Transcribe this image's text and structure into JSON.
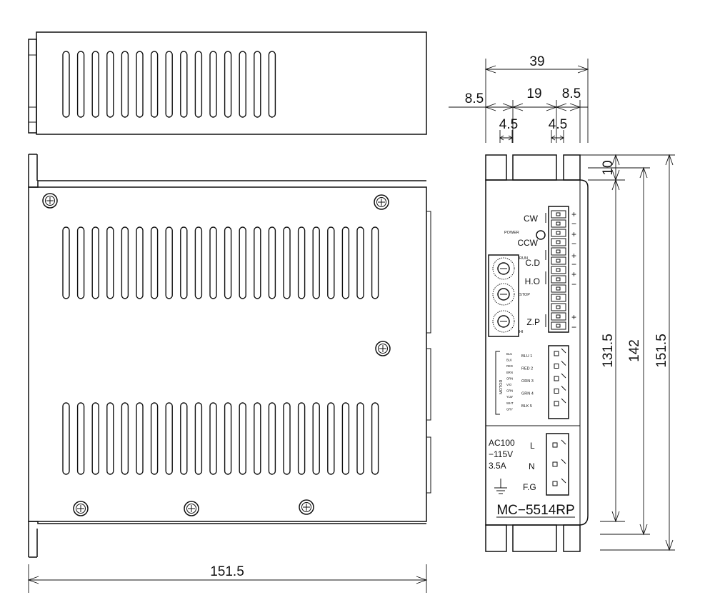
{
  "dimensions": {
    "bottom_width": "151.5",
    "top_total": "39",
    "left_margin": "8.5",
    "center": "19",
    "right_margin": "8.5",
    "hole_left": "4.5",
    "hole_right": "4.5",
    "vertical_top": "10",
    "vertical_inner": "131.5",
    "vertical_mid": "142",
    "vertical_outer": "151.5"
  },
  "panel": {
    "cw": "CW",
    "ccw": "CCW",
    "power": "POWER",
    "run": "RUN",
    "stop": "STOP",
    "hi": "HI",
    "cd": "C.D",
    "ho": "H.O",
    "zp": "Z.P",
    "plus": "+",
    "minus": "−",
    "motor": "MOTOR",
    "motor_colors_left": [
      "BLU",
      "BLK",
      "RED",
      "BRN",
      "ORN",
      "VIO",
      "GRN",
      "YLW",
      "WHT",
      "GRY"
    ],
    "motor_pins": [
      "BLU 1",
      "RED 2",
      "ORN 3",
      "GRN 4",
      "BLK 5"
    ],
    "power_spec": [
      "AC100",
      "−115V",
      "3.5A"
    ],
    "power_pins": [
      "L",
      "N",
      "F.G"
    ],
    "model": "MC−5514RP"
  }
}
